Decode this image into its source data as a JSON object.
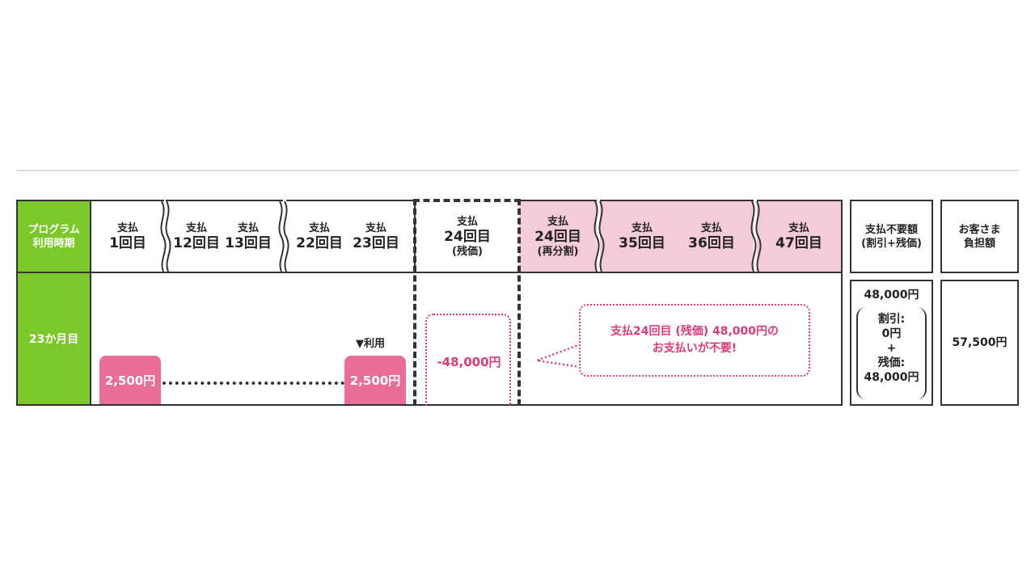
{
  "header": {
    "program_label_line1": "プログラム",
    "program_label_line2": "利用時期",
    "pay1": {
      "label": "支払",
      "num": "1回目"
    },
    "pay12": {
      "label": "支払",
      "num": "12回目"
    },
    "pay13": {
      "label": "支払",
      "num": "13回目"
    },
    "pay22": {
      "label": "支払",
      "num": "22回目"
    },
    "pay23": {
      "label": "支払",
      "num": "23回目"
    },
    "pay24": {
      "label": "支払",
      "num": "24回目",
      "sub": "(残価)"
    },
    "pay24r": {
      "label": "支払",
      "num": "24回目",
      "sub": "(再分割)"
    },
    "pay35": {
      "label": "支払",
      "num": "35回目"
    },
    "pay36": {
      "label": "支払",
      "num": "36回目"
    },
    "pay47": {
      "label": "支払",
      "num": "47回目"
    },
    "unneeded_line1": "支払不要額",
    "unneeded_line2": "(割引+残価)",
    "customer_line1": "お客さま",
    "customer_line2": "負担額"
  },
  "row": {
    "period_label": "23か月目",
    "first_payment": "2,500円",
    "last_payment": "2,500円",
    "use_marker": "▼利用",
    "residual": "-48,000円",
    "callout_line1": "支払24回目 (残価) 48,000円の",
    "callout_line2": "お支払いが不要!"
  },
  "summary": {
    "total": "48,000円",
    "discount_label": "割引:",
    "discount_value": "0円",
    "plus": "+",
    "residual_label": "残価:",
    "residual_value": "48,000円",
    "customer_amount": "57,500円"
  },
  "colors": {
    "green": "#7cc72a",
    "pink_fill": "#ea6c98",
    "pink_light": "#f4ccd9",
    "pink_text": "#e0397a"
  }
}
